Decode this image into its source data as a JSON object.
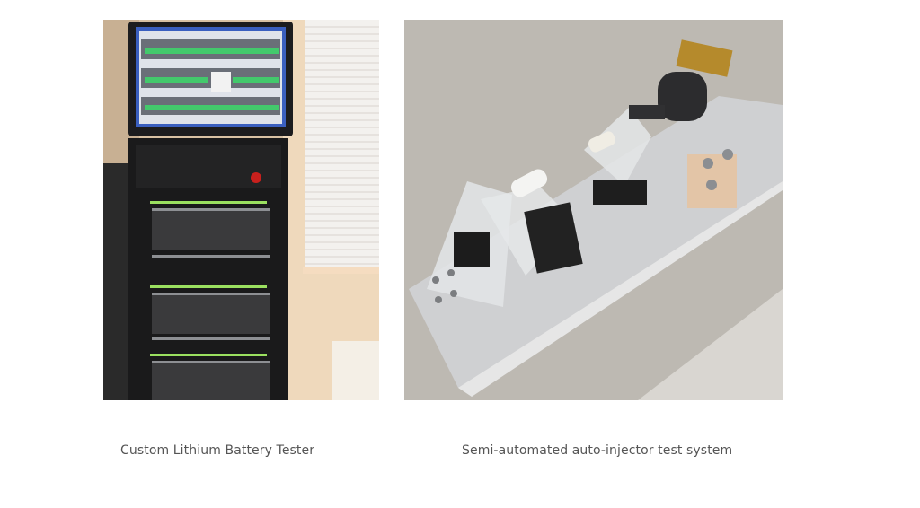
{
  "figures": [
    {
      "caption": "Custom Lithium Battery Tester",
      "image_alt": "Rack-mounted battery tester cabinet with monitor on top"
    },
    {
      "caption": "Semi-automated auto-injector test system",
      "image_alt": "Auto-injector test fixture on aluminum plate"
    }
  ]
}
